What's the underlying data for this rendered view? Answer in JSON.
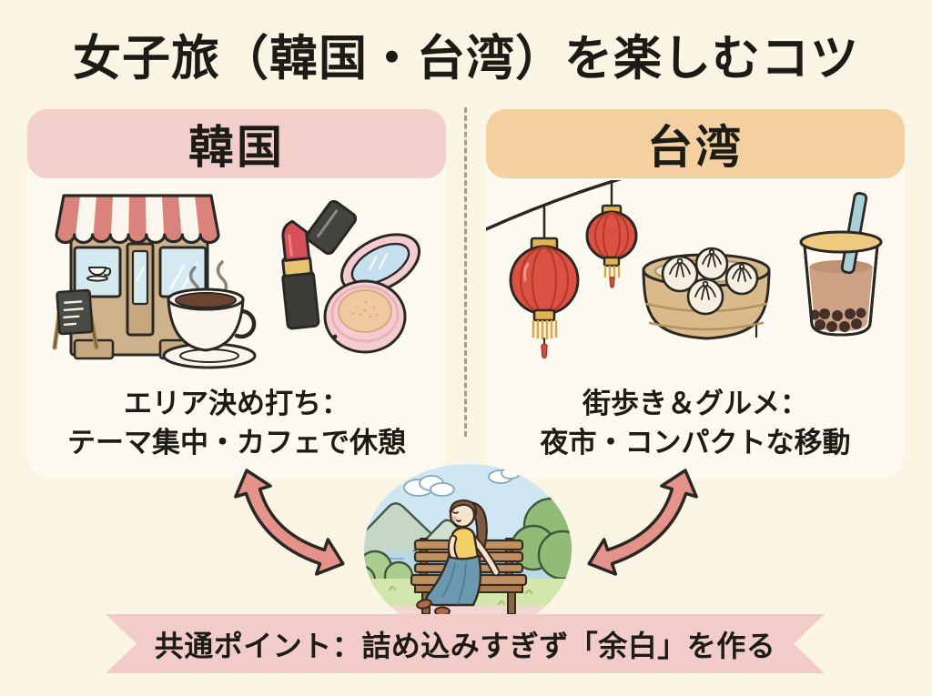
{
  "title": "女子旅（韓国・台湾）を楽しむコツ",
  "panels": {
    "korea": {
      "header": "韓国",
      "caption_line1": "エリア決め打ち：",
      "caption_line2": "テーマ集中・カフェで休憩",
      "icons": [
        "cafe-storefront-icon",
        "coffee-cup-icon",
        "lipstick-icon",
        "cushion-compact-icon"
      ]
    },
    "taiwan": {
      "header": "台湾",
      "caption_line1": "街歩き＆グルメ：",
      "caption_line2": "夜市・コンパクトな移動",
      "icons": [
        "red-lantern-icon",
        "dim-sum-steamer-icon",
        "bubble-tea-icon"
      ]
    }
  },
  "center_illustration": "woman-relaxing-on-park-bench",
  "banner_text": "共通ポイント：詰め込みすぎず「余白」を作る",
  "colors": {
    "background": "#faf5e4",
    "card": "#fdfaf2",
    "korea_header": "#f2cfcb",
    "taiwan_header": "#f4d0a0",
    "banner": "#f1ccc8",
    "arrow": "#e5928b",
    "outline": "#2a2823",
    "text": "#1d1b15"
  }
}
